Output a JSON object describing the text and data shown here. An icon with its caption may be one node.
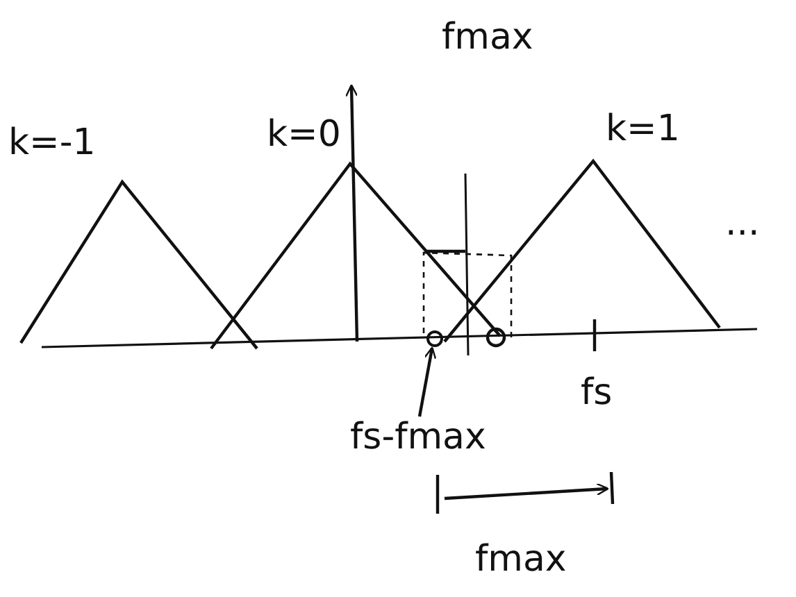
{
  "diagram": {
    "nodes": [
      {
        "text": [
          "fs-fmax"
        ]
      },
      {
        "text": [],
        "shape": "circle"
      }
    ],
    "edges": [
      {
        "from": 0,
        "to": 1,
        "arrow": "to"
      }
    ],
    "labels": [
      "fmax",
      "k=-1",
      "k=0",
      "k=1",
      "...",
      "fs",
      "fmax"
    ]
  }
}
